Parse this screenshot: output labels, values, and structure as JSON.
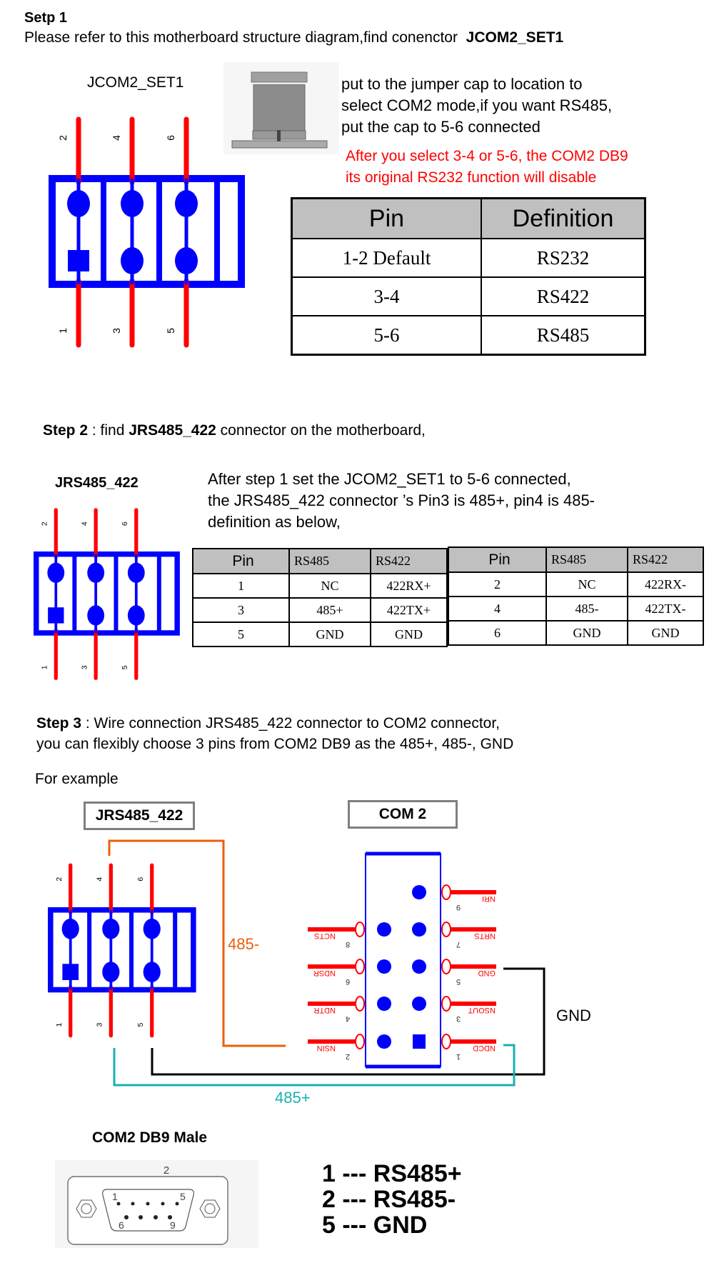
{
  "step1": {
    "title": "Setp 1",
    "instruction": "Please refer to this motherboard structure diagram,find conenctor",
    "connector_name": "JCOM2_SET1",
    "connector_label": "JCOM2_SET1",
    "note_lines": [
      "put to the jumper cap to location to",
      "select COM2 mode,if you want RS485,",
      "put the cap to 5-6 connected"
    ],
    "warning_lines": [
      "After you select 3-4 or 5-6, the COM2 DB9",
      "its original RS232 function will disable"
    ],
    "table": {
      "headers": [
        "Pin",
        "Definition"
      ],
      "rows": [
        [
          "1-2 Default",
          "RS232"
        ],
        [
          "3-4",
          "RS422"
        ],
        [
          "5-6",
          "RS485"
        ]
      ]
    }
  },
  "step2": {
    "label": "Step 2",
    "text_a": " : find ",
    "connector": "JRS485_422",
    "text_b": " connector on the motherboard,",
    "connector_label": "JRS485_422",
    "para": [
      "After step 1 set the JCOM2_SET1 to 5-6 connected,",
      "the JRS485_422 connector ’s Pin3 is 485+, pin4 is 485-",
      "definition as below,"
    ],
    "table_left": {
      "headers": [
        "Pin",
        "RS485",
        "RS422"
      ],
      "rows": [
        [
          "1",
          "NC",
          "422RX+"
        ],
        [
          "3",
          "485+",
          "422TX+"
        ],
        [
          "5",
          "GND",
          "GND"
        ]
      ]
    },
    "table_right": {
      "headers": [
        "Pin",
        "RS485",
        "RS422"
      ],
      "rows": [
        [
          "2",
          "NC",
          "422RX-"
        ],
        [
          "4",
          "485-",
          "422TX-"
        ],
        [
          "6",
          "GND",
          "GND"
        ]
      ]
    }
  },
  "step3": {
    "label": "Step 3",
    "line1": " : Wire connection JRS485_422 connector to COM2 connector,",
    "line2": "you can flexibly choose 3 pins from COM2 DB9 as the 485+, 485-, GND",
    "example": "For example",
    "box_left": "JRS485_422",
    "box_right": "COM 2",
    "wire_minus": "485-",
    "wire_plus": "485+",
    "wire_gnd": "GND"
  },
  "connector_pins": [
    "1",
    "2",
    "3",
    "4",
    "5",
    "6"
  ],
  "com2_pins": [
    {
      "num": "9",
      "name": "NRI",
      "side": "right",
      "row": 0
    },
    {
      "num": "7",
      "name": "NRTS",
      "side": "right",
      "row": 1
    },
    {
      "num": "5",
      "name": "GND",
      "side": "right",
      "row": 2
    },
    {
      "num": "3",
      "name": "NSOUT",
      "side": "right",
      "row": 3
    },
    {
      "num": "1",
      "name": "NDCD",
      "side": "right",
      "row": 4
    },
    {
      "num": "8",
      "name": "NCTS",
      "side": "left",
      "row": 1
    },
    {
      "num": "6",
      "name": "NDSR",
      "side": "left",
      "row": 2
    },
    {
      "num": "4",
      "name": "NDTR",
      "side": "left",
      "row": 3
    },
    {
      "num": "2",
      "name": "NSIN",
      "side": "left",
      "row": 4
    }
  ],
  "db9": {
    "title": "COM2 DB9 Male",
    "top_label": "2",
    "pin_labels": {
      "p1": "1",
      "p5": "5",
      "p6": "6",
      "p9": "9"
    },
    "mapping": [
      "1 --- RS485+",
      "2 --- RS485-",
      "5 --- GND"
    ]
  },
  "colors": {
    "pin_red": "#ff0000",
    "header_blue": "#0000ff",
    "wire_orange": "#e8600a",
    "wire_teal": "#1ab0b0",
    "warning_red": "#ff0000"
  }
}
